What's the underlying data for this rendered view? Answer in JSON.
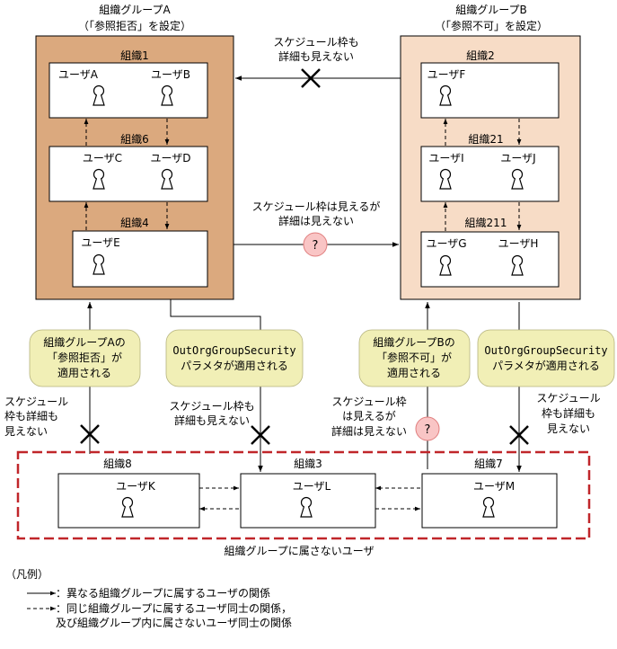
{
  "group_a": {
    "title": "組織グループA",
    "setting": "（「参照拒否」を設定）",
    "org1": {
      "name": "組織1",
      "users": [
        "ユーザA",
        "ユーザB"
      ]
    },
    "org6": {
      "name": "組織6",
      "users": [
        "ユーザC",
        "ユーザD"
      ]
    },
    "org4": {
      "name": "組織4",
      "users": [
        "ユーザE"
      ]
    }
  },
  "group_b": {
    "title": "組織グループB",
    "setting": "（「参照不可」を設定）",
    "org2": {
      "name": "組織2",
      "users": [
        "ユーザF"
      ]
    },
    "org21": {
      "name": "組織21",
      "users": [
        "ユーザI",
        "ユーザJ"
      ]
    },
    "org211": {
      "name": "組織211",
      "users": [
        "ユーザG",
        "ユーザH"
      ]
    }
  },
  "no_group": {
    "label": "組織グループに属さないユーザ",
    "org8": {
      "name": "組織8",
      "user": "ユーザK"
    },
    "org3": {
      "name": "組織3",
      "user": "ユーザL"
    },
    "org7": {
      "name": "組織7",
      "user": "ユーザM"
    }
  },
  "annotations": {
    "top_cross": [
      "スケジュール枠も",
      "詳細も見えない"
    ],
    "middle_question": [
      "スケジュール枠は見えるが",
      "詳細は見えない"
    ],
    "left_cross": [
      "スケジュール",
      "枠も詳細も",
      "見えない"
    ],
    "center_cross": [
      "スケジュール枠も",
      "詳細も見えない"
    ],
    "mid_right_question": [
      "スケジュール枠",
      "は見えるが",
      "詳細は見えない"
    ],
    "right_cross": [
      "スケジュール",
      "枠も詳細も",
      "見えない"
    ],
    "question_mark": "?"
  },
  "bubbles": {
    "a_applied": [
      "組織グループAの",
      "「参照拒否」が",
      "適用される"
    ],
    "param_left": [
      "OutOrgGroupSecurity",
      "パラメタが適用される"
    ],
    "b_applied": [
      "組織グループBの",
      "「参照不可」が",
      "適用される"
    ],
    "param_right": [
      "OutOrgGroupSecurity",
      "パラメタが適用される"
    ]
  },
  "legend": {
    "title": "（凡例）",
    "solid": "：異なる組織グループに属するユーザの関係",
    "dashed_1": "：同じ組織グループに属するユーザ同士の関係，",
    "dashed_2": "及び組織グループ内に属さないユーザ同士の関係"
  },
  "colors": {
    "group_a_fill": "#dba97e",
    "group_b_fill": "#f7dcc6",
    "bubble_fill": "#f1efb6",
    "question_fill": "#f9c5c5",
    "question_stroke": "#e07d7d",
    "no_group_border": "#c0262a"
  }
}
